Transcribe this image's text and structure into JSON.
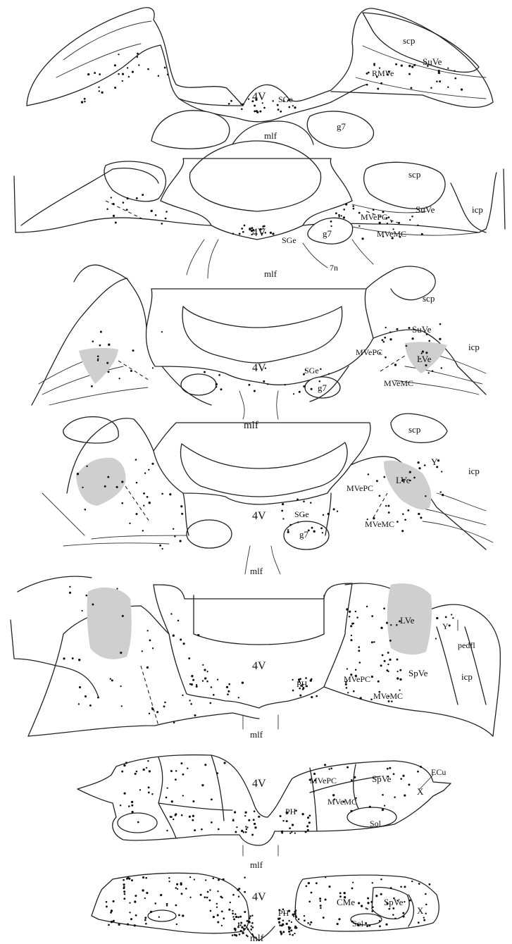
{
  "figure": {
    "sections": [
      {
        "id": "s1",
        "labels": [
          {
            "text": "scp"
          },
          {
            "text": "SuVe"
          },
          {
            "text": "RMVe"
          },
          {
            "text": "4V"
          },
          {
            "text": "SGe"
          },
          {
            "text": "g7"
          },
          {
            "text": "mlf"
          }
        ]
      },
      {
        "id": "s2",
        "labels": [
          {
            "text": "scp"
          },
          {
            "text": "SuVe"
          },
          {
            "text": "icp"
          },
          {
            "text": "MVePC"
          },
          {
            "text": "MVeMC"
          },
          {
            "text": "4V"
          },
          {
            "text": "SGe"
          },
          {
            "text": "g7"
          },
          {
            "text": "7n"
          },
          {
            "text": "mlf"
          }
        ]
      },
      {
        "id": "s3",
        "labels": [
          {
            "text": "scp"
          },
          {
            "text": "SuVe"
          },
          {
            "text": "icp"
          },
          {
            "text": "MVePC"
          },
          {
            "text": "LVe"
          },
          {
            "text": "4V"
          },
          {
            "text": "SGe"
          },
          {
            "text": "g7"
          },
          {
            "text": "MVeMC"
          },
          {
            "text": "mlf"
          }
        ]
      },
      {
        "id": "s4",
        "labels": [
          {
            "text": "scp"
          },
          {
            "text": "Y"
          },
          {
            "text": "icp"
          },
          {
            "text": "LVe"
          },
          {
            "text": "MVePC"
          },
          {
            "text": "4V"
          },
          {
            "text": "SGe"
          },
          {
            "text": "g7"
          },
          {
            "text": "MVeMC"
          },
          {
            "text": "mlf"
          }
        ]
      },
      {
        "id": "s5",
        "labels": [
          {
            "text": "LVe"
          },
          {
            "text": "Y"
          },
          {
            "text": "pedfl"
          },
          {
            "text": "4V"
          },
          {
            "text": "PH"
          },
          {
            "text": "MVePC"
          },
          {
            "text": "SpVe"
          },
          {
            "text": "icp"
          },
          {
            "text": "MVeMC"
          },
          {
            "text": "mlf"
          }
        ]
      },
      {
        "id": "s6",
        "labels": [
          {
            "text": "ECu"
          },
          {
            "text": "4V"
          },
          {
            "text": "MVePC"
          },
          {
            "text": "SpVe"
          },
          {
            "text": "X"
          },
          {
            "text": "MVeMC"
          },
          {
            "text": "PH"
          },
          {
            "text": "Sol"
          },
          {
            "text": "mlf"
          }
        ]
      },
      {
        "id": "s7",
        "labels": [
          {
            "text": "4V"
          },
          {
            "text": "CMe"
          },
          {
            "text": "SpVe"
          },
          {
            "text": "X"
          },
          {
            "text": "PH"
          },
          {
            "text": "Sol"
          },
          {
            "text": "mlf"
          }
        ]
      }
    ],
    "colors": {
      "line": "#222222",
      "shaded_nucleus": "#cfcfcf",
      "background": "#ffffff"
    }
  }
}
